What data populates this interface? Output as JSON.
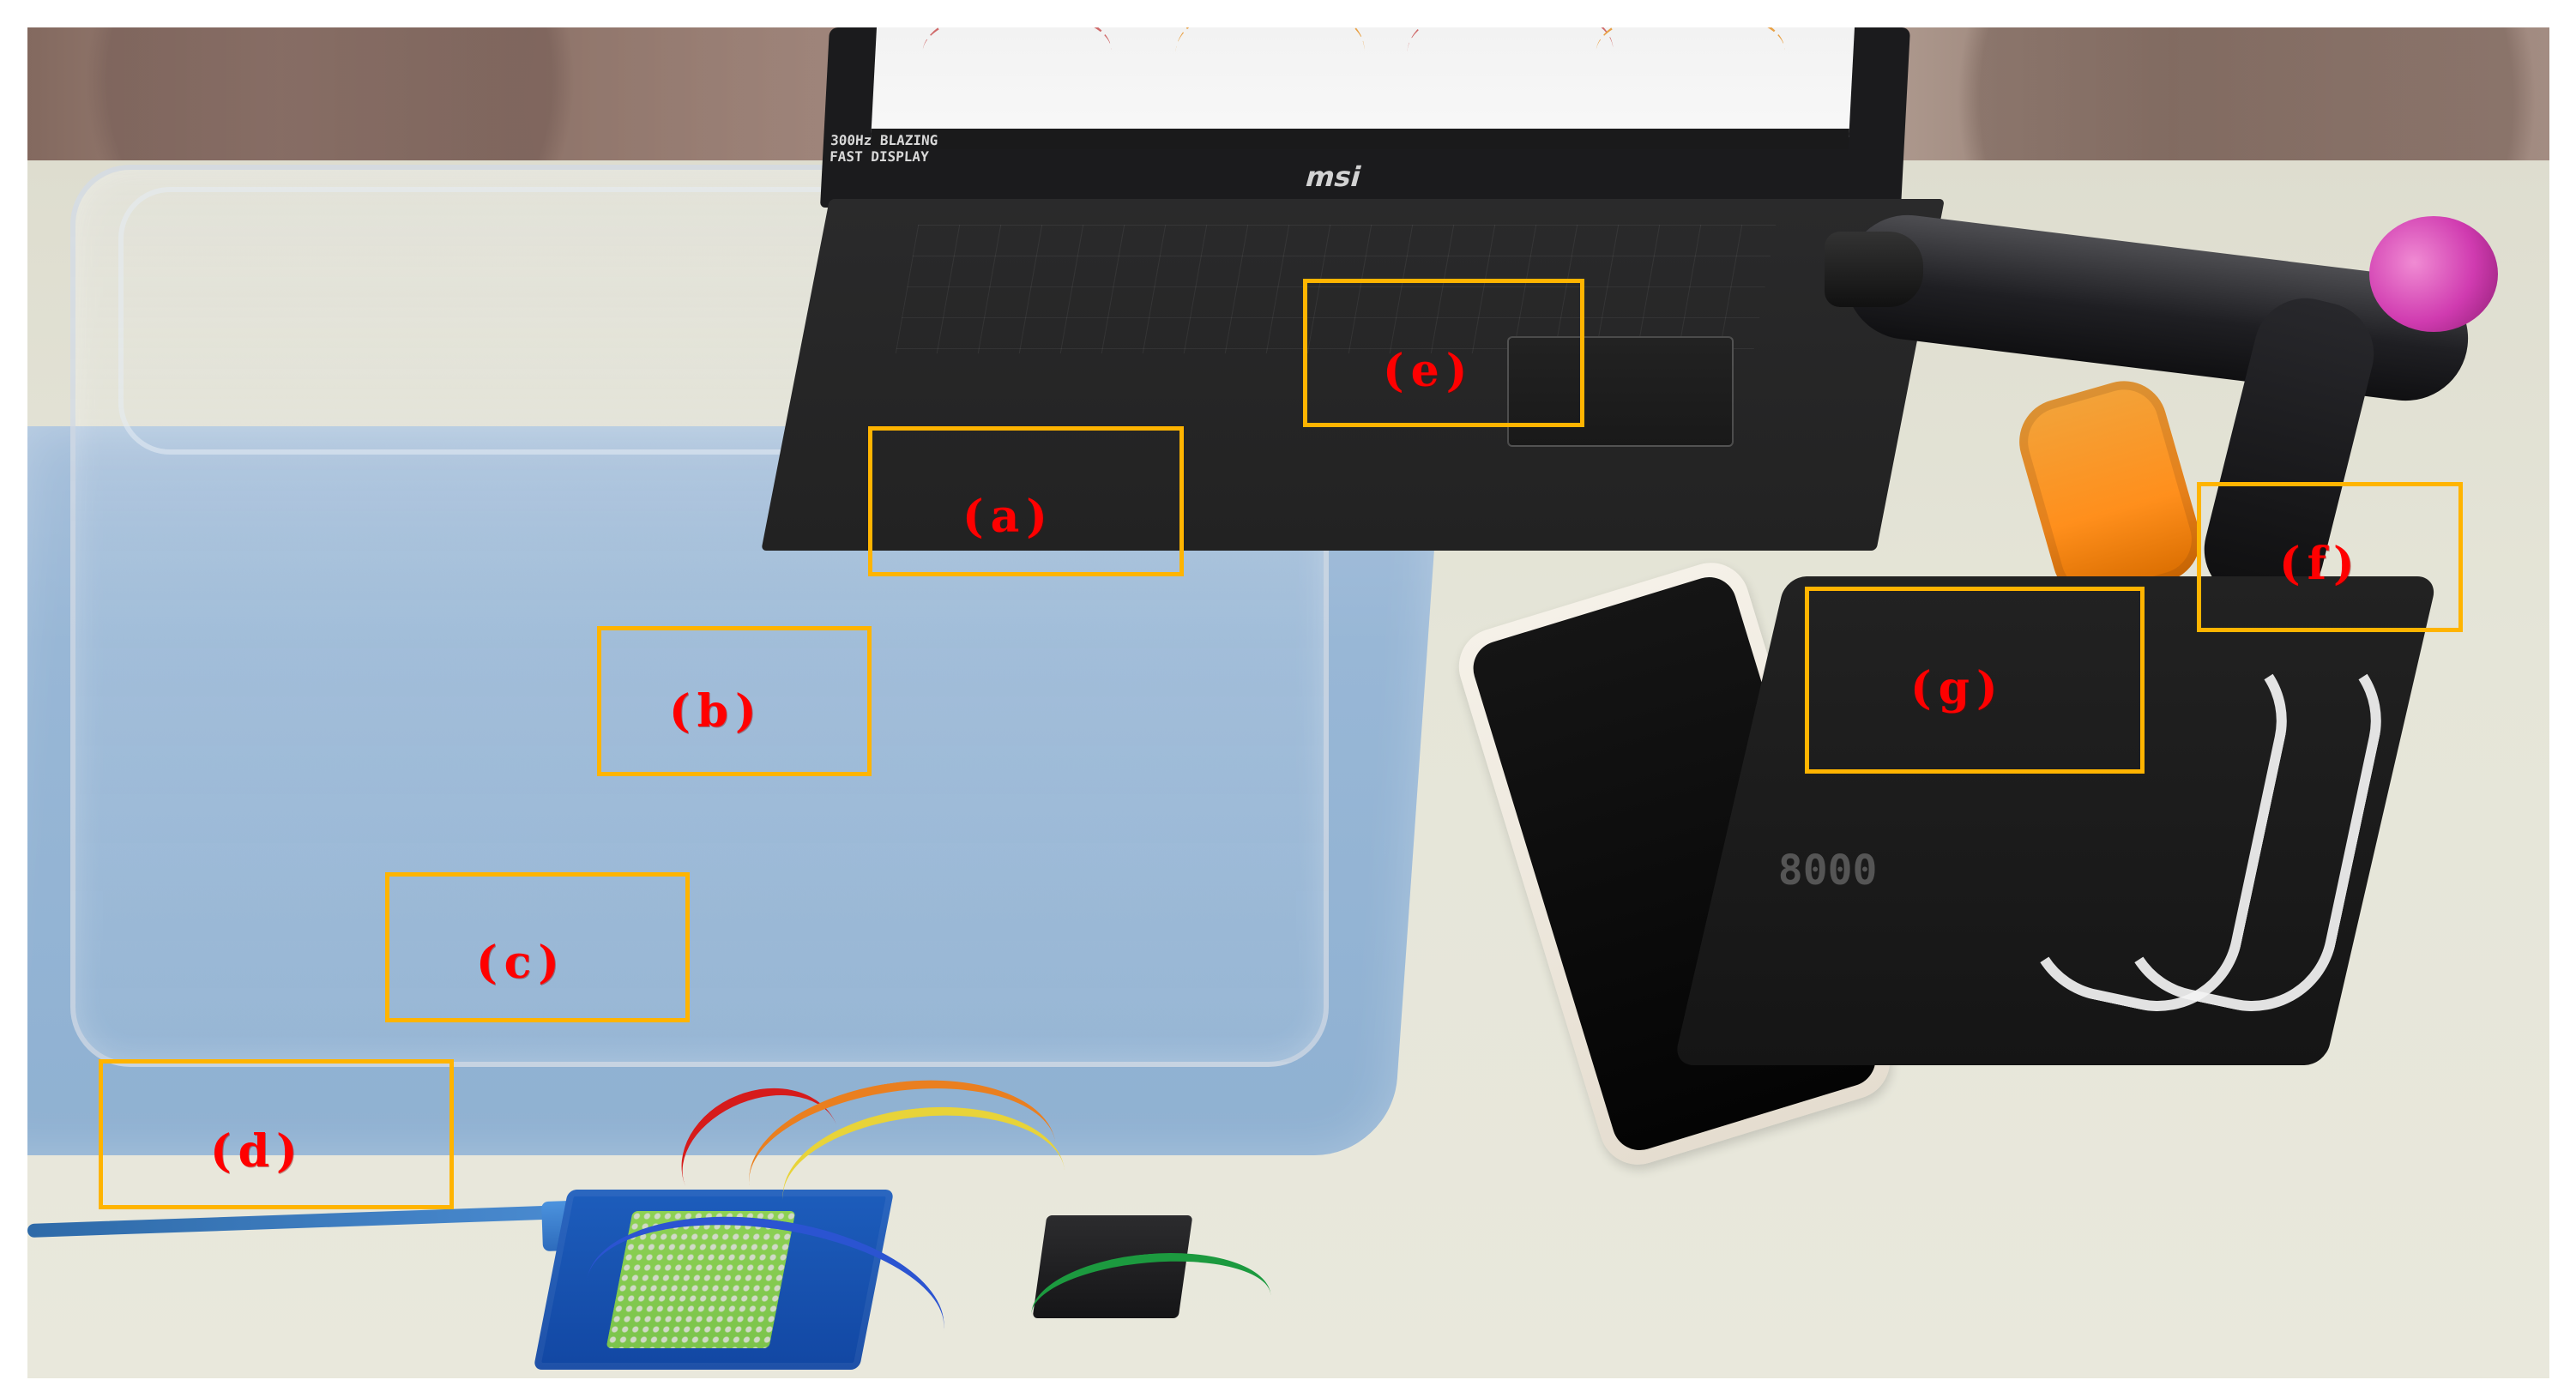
{
  "labels": {
    "a": "(a)",
    "b": "(b)",
    "c": "(c)",
    "d": "(d)",
    "e": "(e)",
    "f": "(f)",
    "g": "(g)"
  },
  "screen": {
    "brand": "msi",
    "refresh_rate": "300Hz",
    "display_note": "BLAZING FAST DISPLAY"
  },
  "powerbank": {
    "capacity": "8000"
  },
  "colors": {
    "annotation_border": "#ffb400",
    "annotation_text": "#ff0000"
  }
}
